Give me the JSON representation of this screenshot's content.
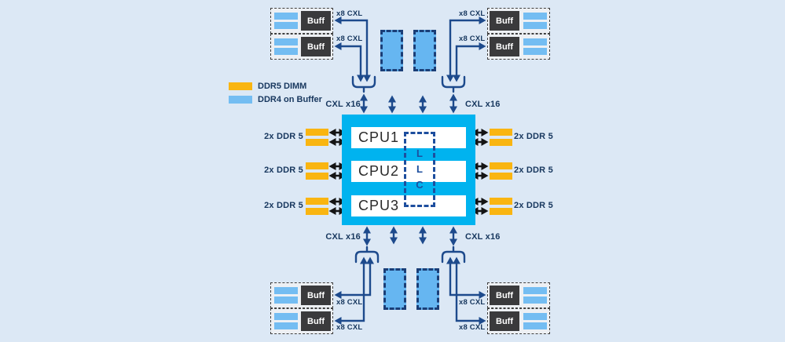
{
  "legend": {
    "ddr5_label": "DDR5 DIMM",
    "ddr4_label": "DDR4 on Buffer"
  },
  "package": {
    "cpus": [
      "CPU1",
      "CPU2",
      "CPU3"
    ],
    "llc": [
      "L",
      "L",
      "C"
    ]
  },
  "labels": {
    "ddr_channel": "2x DDR 5",
    "cxl_x16": "CXL x16",
    "cxl_x8": "x8 CXL",
    "buffer": "Buff"
  },
  "colors": {
    "background": "#dce8f5",
    "package_fill": "#00b3ef",
    "ddr5_dimm": "#f9b511",
    "ddr4_buffer": "#74bdf2",
    "cxl_line_navy": "#1d4a8c",
    "label_navy": "#17375e",
    "llc_blue": "#1d4e9e",
    "device_fill": "#66b6f1",
    "device_border": "#1a3e77",
    "buff_box": "#3a3a3c",
    "module_bg": "#edf0f4",
    "arrow_black": "#141414"
  }
}
